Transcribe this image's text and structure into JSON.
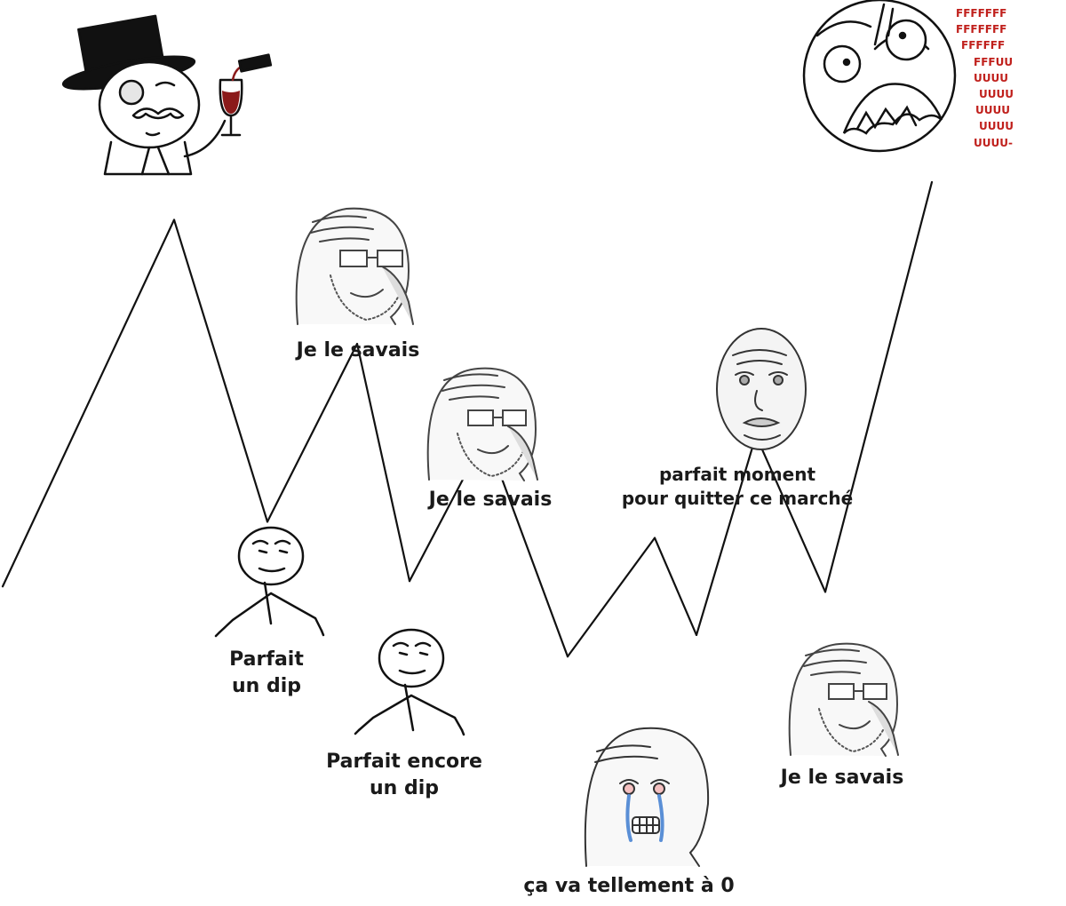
{
  "captions": {
    "peak_1": "Je le savais",
    "dip_1_line1": "Parfait",
    "dip_1_line2": "un dip",
    "peak_2": "Je le savais",
    "dip_2_line1": "Parfait encore",
    "dip_2_line2": "un dip",
    "bottom": "ça va tellement à 0",
    "exit_line1": "parfait moment",
    "exit_line2": "pour quitter ce marché",
    "final_dip": "Je le savais"
  },
  "scream_lines": [
    "FFFFFFF",
    "FFFFFFF",
    "FFFFFF",
    "FFFUU",
    "UUUU",
    "UUUU",
    "UUUU",
    "UUUU",
    "UUUU-"
  ],
  "chart_data": {
    "type": "line",
    "series": [
      {
        "values": [
          0.25,
          0.93,
          0.37,
          0.7,
          0.26,
          0.53,
          0.12,
          0.34,
          0.16,
          0.53,
          0.24,
          1.0
        ]
      }
    ],
    "xlabel": "",
    "ylabel": "",
    "grid": false
  },
  "colors": {
    "line": "#111111",
    "scream": "#c0201c",
    "wine": "#8b1a1a",
    "tears": "#5a8fd6"
  },
  "icons": [
    "monocle-gentleman-icon",
    "rage-face-icon",
    "wojak-glasses-icon",
    "cereal-guy-icon",
    "crying-wojak-icon",
    "okay-guy-icon"
  ]
}
